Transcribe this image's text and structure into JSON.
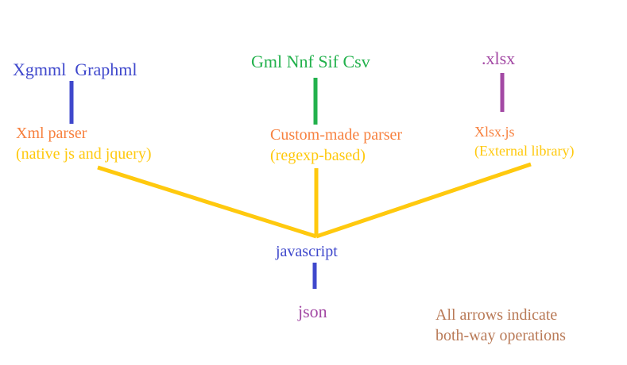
{
  "formats": {
    "xml": "Xgmml  Graphml",
    "text": "Gml Nnf Sif Csv",
    "excel": ".xlsx"
  },
  "parsers": {
    "xml": {
      "name": "Xml parser",
      "detail": "(native js and jquery)"
    },
    "custom": {
      "name": "Custom-made parser",
      "detail": "(regexp-based)"
    },
    "xlsx": {
      "name": "Xlsx.js",
      "detail": "(External library)"
    }
  },
  "core": {
    "javascript": "javascript",
    "json": "json"
  },
  "note": {
    "line1": "All arrows indicate",
    "line2": "both-way operations"
  },
  "colors": {
    "blue": "#3f48cc",
    "green": "#22b14c",
    "purple": "#a349a4",
    "orange": "#f7813f",
    "yellow": "#ffc90e",
    "brown": "#b97a57"
  }
}
